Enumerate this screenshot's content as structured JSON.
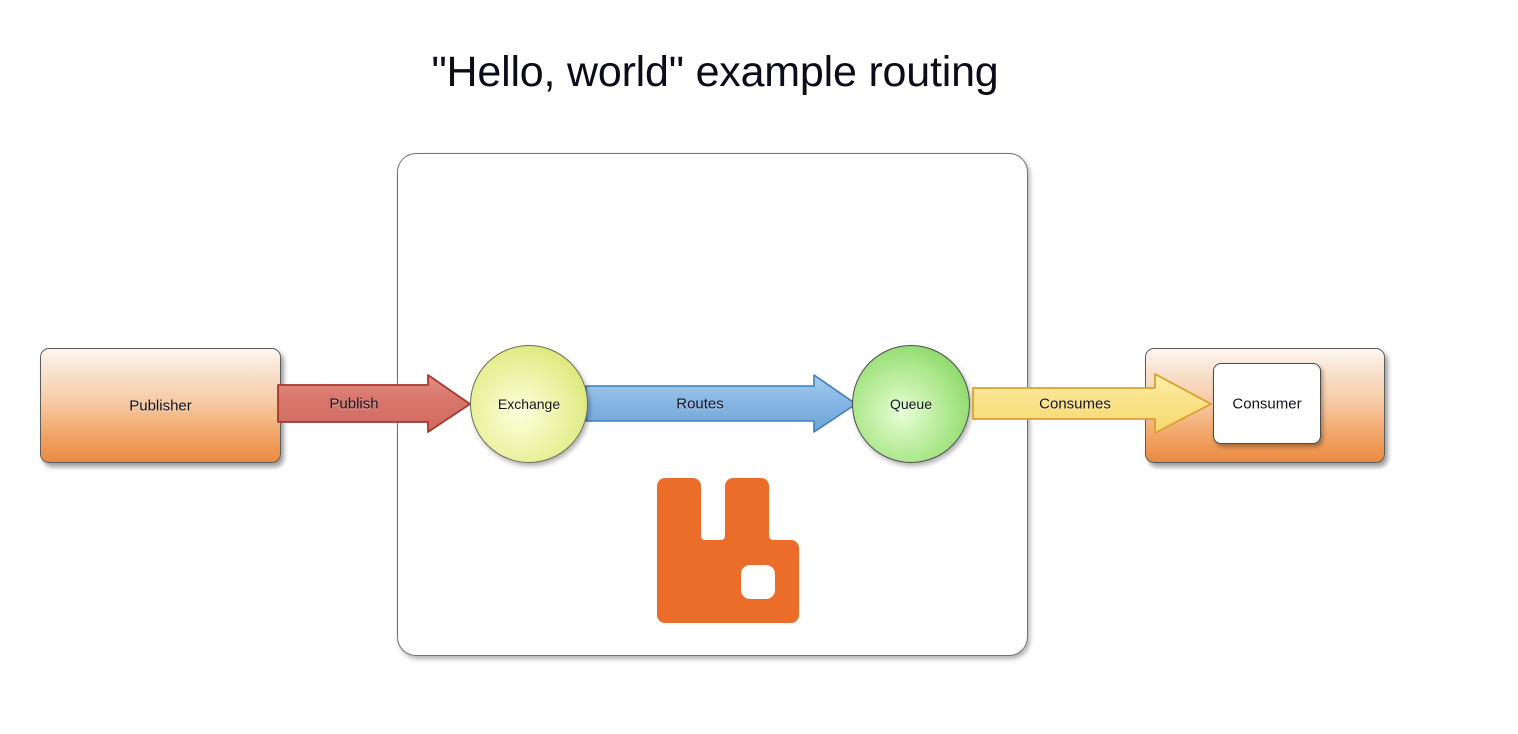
{
  "diagram": {
    "title": "\"Hello, world\" example routing",
    "type": "message-broker-routing-flow",
    "background": "#ffffff"
  },
  "broker": {
    "name": "broker-container",
    "logo_icon": "rabbitmq-logo-icon",
    "logo_color": "#ec6c29",
    "border_color": "#737373"
  },
  "nodes": {
    "publisher": {
      "label": "Publisher",
      "shape": "rounded-rect",
      "fill": "#f1a567"
    },
    "exchange": {
      "label": "Exchange",
      "shape": "circle",
      "fill": "#d8e46e"
    },
    "queue": {
      "label": "Queue",
      "shape": "circle",
      "fill": "#82d563"
    },
    "consumer_box": {
      "label": "",
      "shape": "rounded-rect",
      "fill": "#f1a567"
    },
    "consumer": {
      "label": "Consumer",
      "shape": "rounded-rect",
      "fill": "#ffffff"
    }
  },
  "edges": [
    {
      "label": "Publish",
      "from": "Publisher",
      "to": "Exchange",
      "color": "#d9766c",
      "stroke": "#a33a2e"
    },
    {
      "label": "Routes",
      "from": "Exchange",
      "to": "Queue",
      "color": "#7fb5e4",
      "stroke": "#3a7cb8"
    },
    {
      "label": "Consumes",
      "from": "Queue",
      "to": "Consumer",
      "color": "#fbe58a",
      "stroke": "#d79a2b"
    }
  ]
}
